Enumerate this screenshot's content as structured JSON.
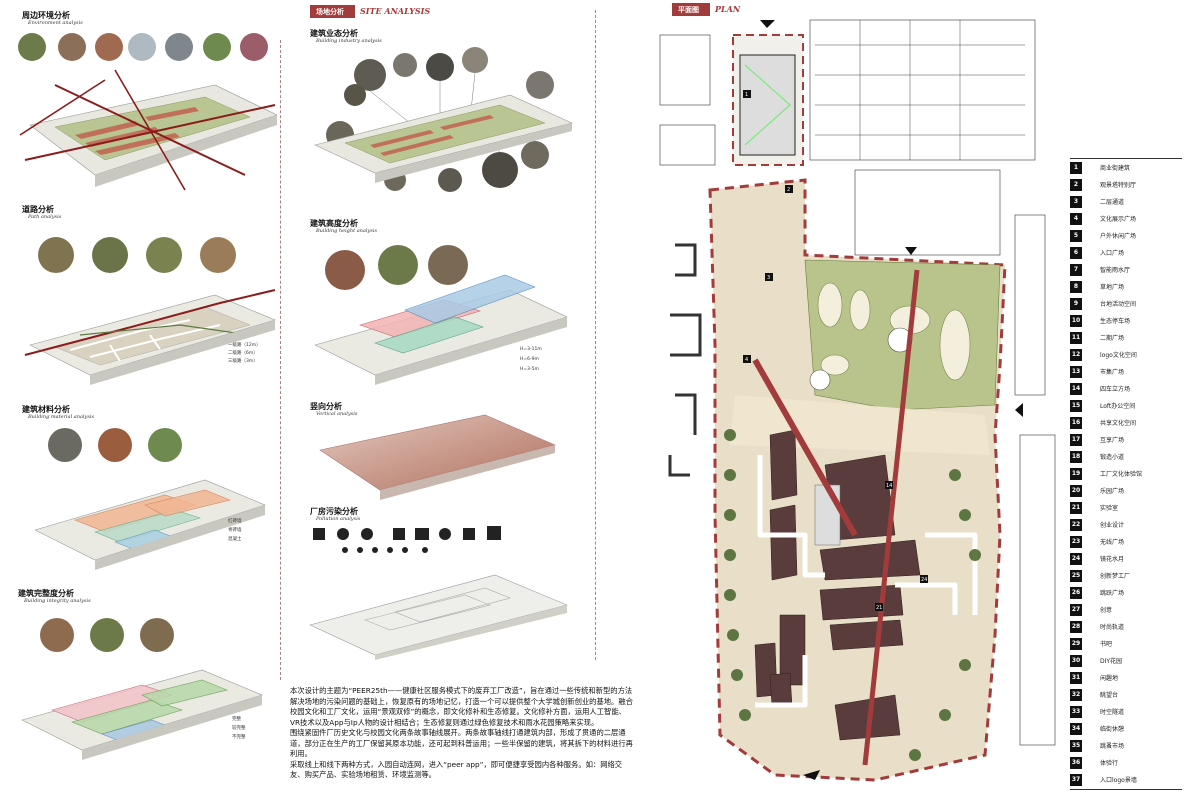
{
  "left": {
    "environment": {
      "cn": "周边环境分析",
      "en": "Environment analysis"
    },
    "path": {
      "cn": "道路分析",
      "en": "Path analysis",
      "legend": [
        "一级路（12m）",
        "二级路（6m）",
        "三级路（3m）"
      ]
    },
    "material": {
      "cn": "建筑材料分析",
      "en": "Building material analysis",
      "legend": [
        "红砖墙",
        "青砖墙",
        "混凝土"
      ]
    },
    "integrity": {
      "cn": "建筑完整度分析",
      "en": "Building integrity analysis",
      "legend": [
        "完整",
        "较完整",
        "不完整"
      ]
    }
  },
  "site": {
    "banner_cn": "场地分析",
    "banner_en": "SITE ANALYSIS",
    "industry": {
      "cn": "建筑业态分析",
      "en": "Building industry analysis"
    },
    "height": {
      "cn": "建筑高度分析",
      "en": "Building height analysis",
      "legend": [
        "H=3-11m",
        "H=6-9m",
        "H=3-5m"
      ]
    },
    "vertical": {
      "cn": "竖向分析",
      "en": "Vertical analysis"
    },
    "pollution": {
      "cn": "厂房污染分析",
      "en": "Pollution analysis"
    }
  },
  "description": [
    "本次设计的主题为“PEER25th——健康社区服务模式下的废弃工厂改造”，旨在通过一些传统和新型的方法解决场地的污染问题的基础上，恢复原有的场地记忆，打造一个可以提供整个大学城创新创业的基地。融合校园文化和工厂文化，运用“景观双修”的概念，即文化修补和生态修复。文化修补方面，运用人工智能、VR技术以及App与Ip人物的设计相结合；生态修复则通过绿色修复技术和雨水花园策略来实现。",
    "围绕紧固件厂历史文化与校园文化两条故事轴线展开。两条故事轴线打通建筑内部，形成了贯通的二层通道，部分正在生产的工厂保留其原本功能，还可起到科普运用；一些半保留的建筑，将其拆下的材料进行再利用。",
    "采取线上和线下两种方式，入园自动连网，进入“peer app”，即可便捷享受园内各种服务。如：网络交友、购买产品、实验场地租赁、环境监测等。"
  ],
  "plan": {
    "banner_cn": "平面图",
    "banner_en": "PLAN",
    "legend": [
      {
        "n": "1",
        "label": "商业街建筑"
      },
      {
        "n": "2",
        "label": "观景塔特别厅"
      },
      {
        "n": "3",
        "label": "二层通道"
      },
      {
        "n": "4",
        "label": "文化展示广场"
      },
      {
        "n": "5",
        "label": "户外休闲广场"
      },
      {
        "n": "6",
        "label": "入口广场"
      },
      {
        "n": "7",
        "label": "智能雨水厅"
      },
      {
        "n": "8",
        "label": "草地广场"
      },
      {
        "n": "9",
        "label": "台地活动空间"
      },
      {
        "n": "10",
        "label": "生态停车场"
      },
      {
        "n": "11",
        "label": "二期广场"
      },
      {
        "n": "12",
        "label": "logo文化空间"
      },
      {
        "n": "13",
        "label": "市集广场"
      },
      {
        "n": "14",
        "label": "四车立方场"
      },
      {
        "n": "15",
        "label": "Loft办公空间"
      },
      {
        "n": "16",
        "label": "共享文化空间"
      },
      {
        "n": "17",
        "label": "互享广场"
      },
      {
        "n": "18",
        "label": "锻造小道"
      },
      {
        "n": "19",
        "label": "工厂文化体验馆"
      },
      {
        "n": "20",
        "label": "乐园广场"
      },
      {
        "n": "21",
        "label": "实验室"
      },
      {
        "n": "22",
        "label": "创业设计"
      },
      {
        "n": "23",
        "label": "无线广场"
      },
      {
        "n": "24",
        "label": "镜花水月"
      },
      {
        "n": "25",
        "label": "创新梦工厂"
      },
      {
        "n": "26",
        "label": "跳跃广场"
      },
      {
        "n": "27",
        "label": "创意"
      },
      {
        "n": "28",
        "label": "时尚轨道"
      },
      {
        "n": "29",
        "label": "书吧"
      },
      {
        "n": "30",
        "label": "DIY花园"
      },
      {
        "n": "31",
        "label": "闲趣地"
      },
      {
        "n": "32",
        "label": "眺望台"
      },
      {
        "n": "33",
        "label": "时空隧道"
      },
      {
        "n": "34",
        "label": "临街休憩"
      },
      {
        "n": "35",
        "label": "跳蚤市场"
      },
      {
        "n": "36",
        "label": "体验行"
      },
      {
        "n": "37",
        "label": "入口logo景墙"
      }
    ]
  },
  "colors": {
    "accent": "#a23b3b",
    "route": "#8b1c1c"
  }
}
